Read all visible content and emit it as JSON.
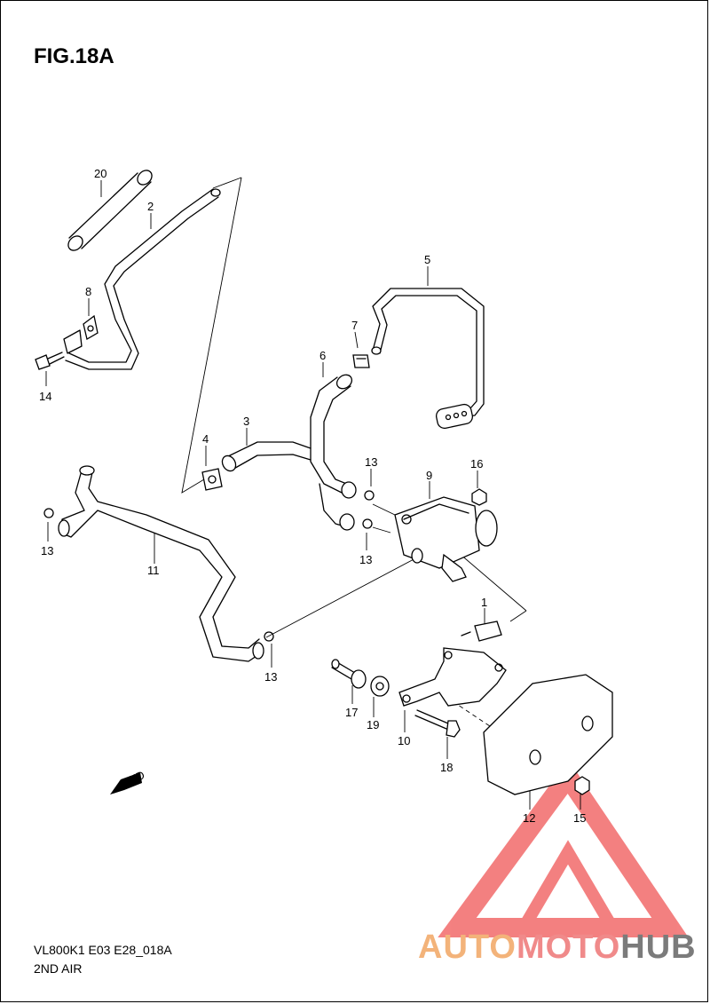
{
  "figure": {
    "title": "FIG.18A",
    "code": "VL800K1 E03 E28_018A",
    "name": "2ND AIR",
    "fwd_label": "FWD"
  },
  "callouts": [
    {
      "id": "c20",
      "label": "20"
    },
    {
      "id": "c2",
      "label": "2"
    },
    {
      "id": "c8",
      "label": "8"
    },
    {
      "id": "c14",
      "label": "14"
    },
    {
      "id": "c5",
      "label": "5"
    },
    {
      "id": "c7",
      "label": "7"
    },
    {
      "id": "c6",
      "label": "6"
    },
    {
      "id": "c3",
      "label": "3"
    },
    {
      "id": "c4",
      "label": "4"
    },
    {
      "id": "c13a",
      "label": "13"
    },
    {
      "id": "c9",
      "label": "9"
    },
    {
      "id": "c16",
      "label": "16"
    },
    {
      "id": "c13b",
      "label": "13"
    },
    {
      "id": "c13c",
      "label": "13"
    },
    {
      "id": "c11",
      "label": "11"
    },
    {
      "id": "c13d",
      "label": "13"
    },
    {
      "id": "c1",
      "label": "1"
    },
    {
      "id": "c17",
      "label": "17"
    },
    {
      "id": "c19",
      "label": "19"
    },
    {
      "id": "c10",
      "label": "10"
    },
    {
      "id": "c18",
      "label": "18"
    },
    {
      "id": "c12",
      "label": "12"
    },
    {
      "id": "c15",
      "label": "15"
    }
  ],
  "watermark": {
    "part1": "AUTO",
    "part2": "MOTO",
    "part3": "HUB",
    "color_auto": "#f3b37a",
    "color_moto": "#f08a8a",
    "color_hub": "#7b7b7b",
    "color_triangle": "#f26b6b"
  }
}
